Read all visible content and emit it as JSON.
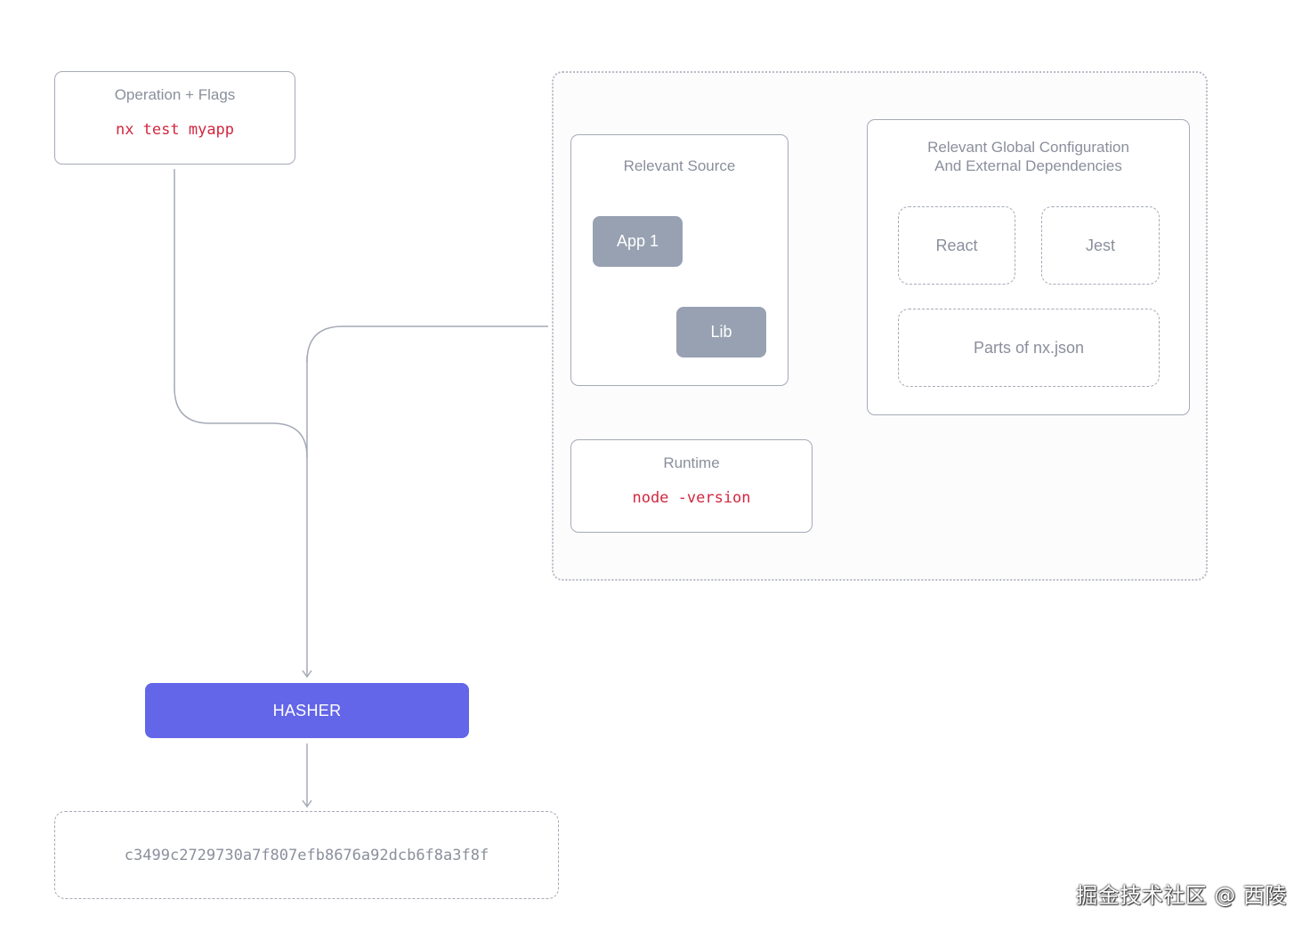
{
  "operation": {
    "title": "Operation + Flags",
    "command": "nx test myapp"
  },
  "source": {
    "title": "Relevant Source",
    "app": "App 1",
    "lib": "Lib"
  },
  "global_config": {
    "title_line1": "Relevant Global Configuration",
    "title_line2": "And External Dependencies",
    "react": "React",
    "jest": "Jest",
    "nx_json": "Parts of nx.json"
  },
  "runtime": {
    "title": "Runtime",
    "command": "node -version"
  },
  "hasher": {
    "label": "HASHER"
  },
  "hash_output": {
    "value": "c3499c2729730a7f807efb8676a92dcb6f8a3f8f"
  },
  "watermark": {
    "text": "掘金技术社区 @ 西陵"
  },
  "colors": {
    "hasher": "#6366e8",
    "pill": "#97a1b1",
    "code_red": "#d2273f",
    "line": "#a5aab6"
  }
}
